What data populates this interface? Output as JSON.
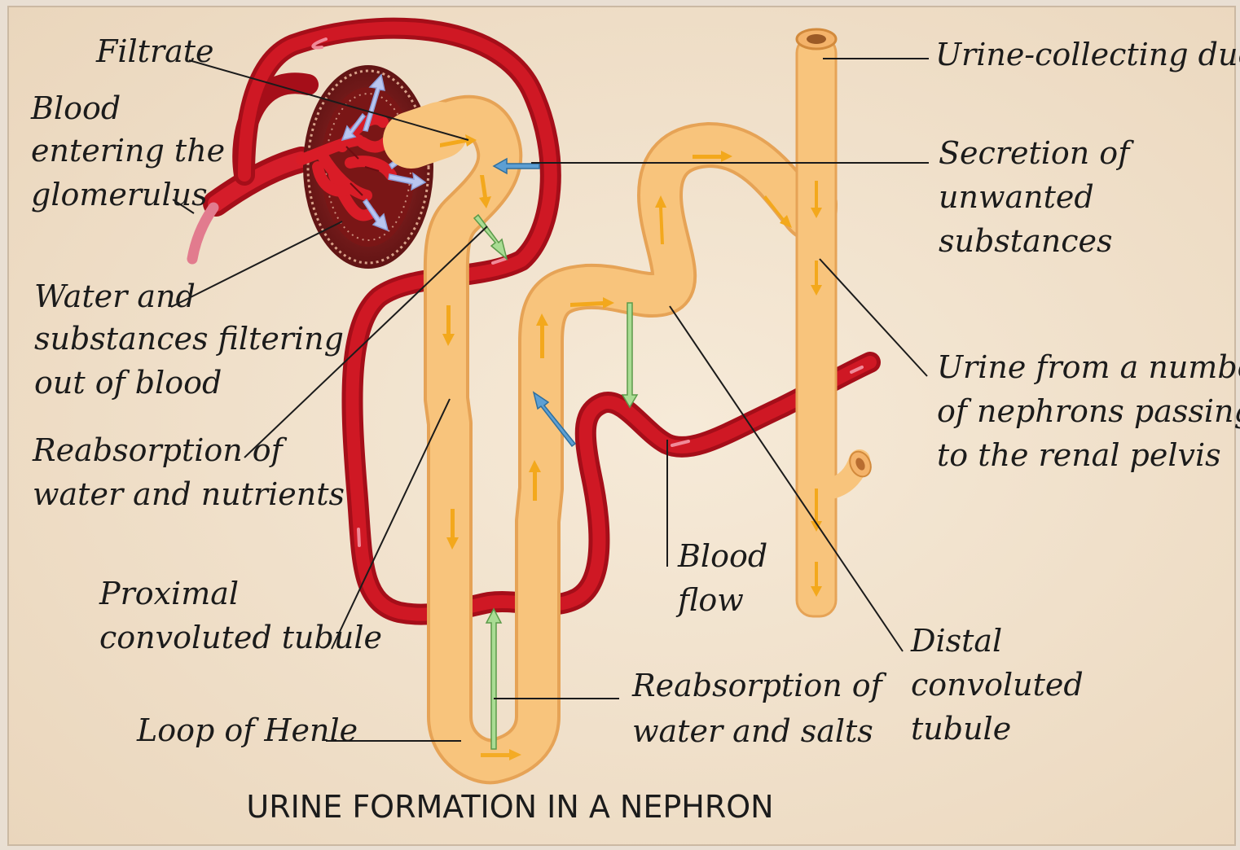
{
  "title": "URINE FORMATION IN A NEPHRON",
  "labels": {
    "filtrate": [
      "Filtrate"
    ],
    "blood_entering": [
      "Blood",
      "entering the",
      "glomerulus"
    ],
    "water_filtering": [
      "Water and",
      "substances filtering",
      "out of blood"
    ],
    "reabsorption_nutrients": [
      "Reabsorption of",
      "water and nutrients"
    ],
    "proximal_tubule": [
      "Proximal",
      "convoluted tubule"
    ],
    "loop_of_henle": [
      "Loop of Henle"
    ],
    "urine_collecting_duct": [
      "Urine-collecting duct"
    ],
    "secretion": [
      "Secretion of",
      "unwanted",
      "substances"
    ],
    "urine_passing": [
      "Urine from a number",
      "of nephrons passing",
      "to the renal pelvis"
    ],
    "blood_flow": [
      "Blood",
      "flow"
    ],
    "reabsorption_salts": [
      "Reabsorption of",
      "water and salts"
    ],
    "distal_tubule": [
      "Distal",
      "convoluted",
      "tubule"
    ]
  },
  "colors": {
    "background": "#f2e4d0",
    "tubule": "#f8c47c",
    "tubule_edge": "#e9a85a",
    "flow_arrow": "#f3a81c",
    "blood_vessel": "#c8121e",
    "blood_dark": "#8e0c16",
    "reabsorption_arrow": "#a9dc93",
    "secretion_arrow": "#5d9fd3"
  }
}
